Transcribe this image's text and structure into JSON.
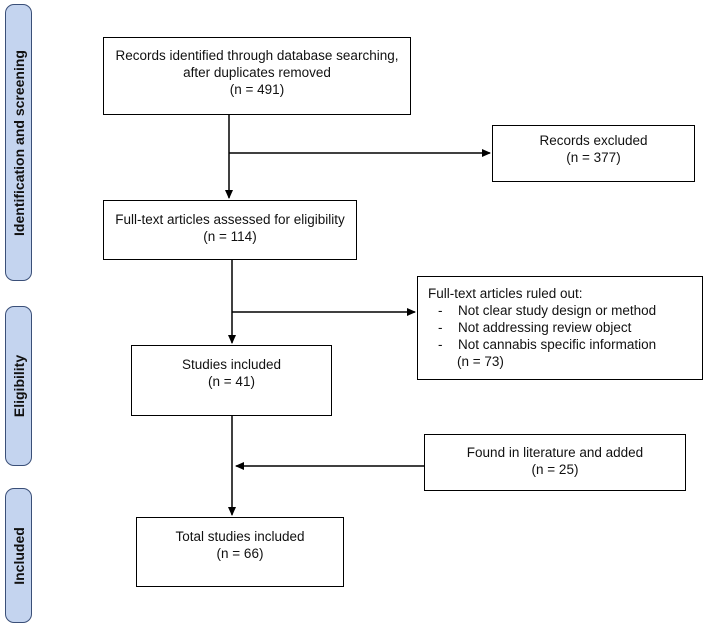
{
  "phases": [
    {
      "label": "Identification and screening"
    },
    {
      "label": "Eligibility"
    },
    {
      "label": "Included"
    }
  ],
  "boxes": {
    "records_identified": {
      "line1": "Records identified through database searching,",
      "line2": "after duplicates removed",
      "line3": "(n = 491)"
    },
    "records_excluded": {
      "line1": "Records excluded",
      "line2": "(n = 377)"
    },
    "fulltext_assessed": {
      "line1": "Full-text articles assessed for eligibility",
      "line2": "(n = 114)"
    },
    "fulltext_ruled_out": {
      "title": "Full-text articles ruled out:",
      "items": [
        "Not clear study design or method",
        "Not addressing review object",
        "Not cannabis specific information"
      ],
      "count": "(n = 73)"
    },
    "studies_included": {
      "line1": "Studies included",
      "line2": "(n = 41)"
    },
    "found_in_literature": {
      "line1": "Found in literature and added",
      "line2": "(n = 25)"
    },
    "total_included": {
      "line1": "Total studies included",
      "line2": "(n = 66)"
    }
  },
  "colors": {
    "phase_fill": "#c4d4ef",
    "phase_border": "#3a4f78",
    "box_border": "#000000"
  }
}
